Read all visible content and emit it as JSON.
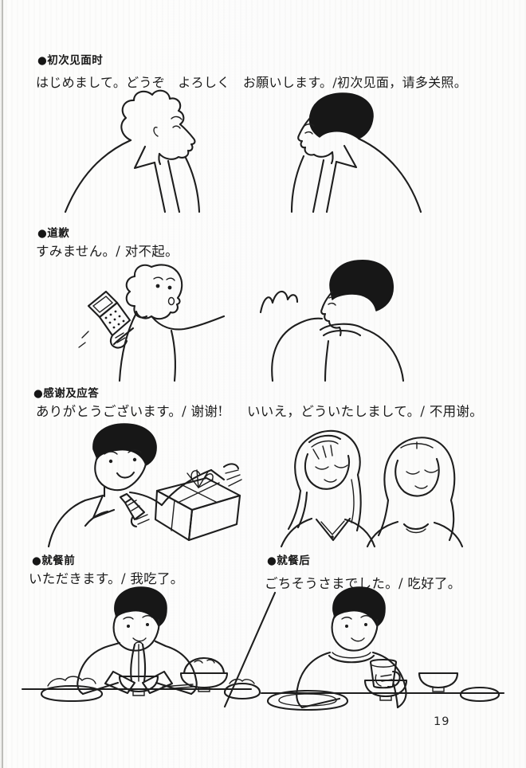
{
  "page": {
    "number": "19",
    "ink_color": "#1d1d1d",
    "paper_color": "#fcfcfb"
  },
  "sections": [
    {
      "heading": "●初次见面时",
      "phrase": "はじめまして。どうぞ　よろしく　お願いします。/初次见面，请多关照。",
      "illustration_alt": "two men in suits bowing to each other"
    },
    {
      "heading": "●道歉",
      "phrase": "すみません。/ 对不起。",
      "illustration_alt": "person looking at flip phone after bumping into a man who turns around"
    },
    {
      "heading": "●感谢及应答",
      "phrase_left": "ありがとうございます。/ 谢谢!",
      "phrase_right": "いいえ，どういたしまして。/ 不用谢。",
      "illustration_alt": "smiling man in suit holding a ribboned gift box; two smiling women"
    },
    {
      "heading": "●就餐前",
      "phrase": "いただきます。/ 我吃了。",
      "illustration_alt": "man with hands pressed together before a meal at a set table"
    },
    {
      "heading": "●就餐后",
      "phrase": "ごちそうさまでした。/ 吃好了。",
      "illustration_alt": "man holding a cup after finishing his meal"
    }
  ]
}
